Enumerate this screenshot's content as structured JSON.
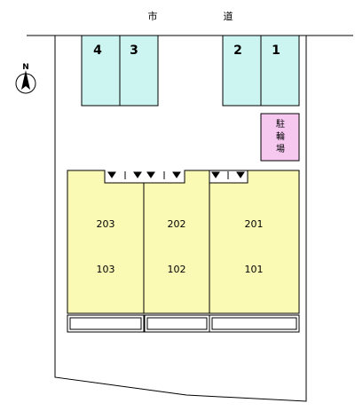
{
  "road": {
    "chars": [
      "市",
      "道"
    ]
  },
  "compass": {
    "letter": "N"
  },
  "parking_spaces": [
    "4",
    "3",
    "2",
    "1"
  ],
  "bicycle_parking": {
    "chars": [
      "駐",
      "輪",
      "場"
    ]
  },
  "units": [
    {
      "upper": "203",
      "lower": "103"
    },
    {
      "upper": "202",
      "lower": "102"
    },
    {
      "upper": "201",
      "lower": "101"
    }
  ],
  "colors": {
    "parking_fill": "#ccf5f2",
    "building_fill": "#fafab4",
    "bicycle_fill": "#f6c8f0",
    "outline": "#000000"
  }
}
